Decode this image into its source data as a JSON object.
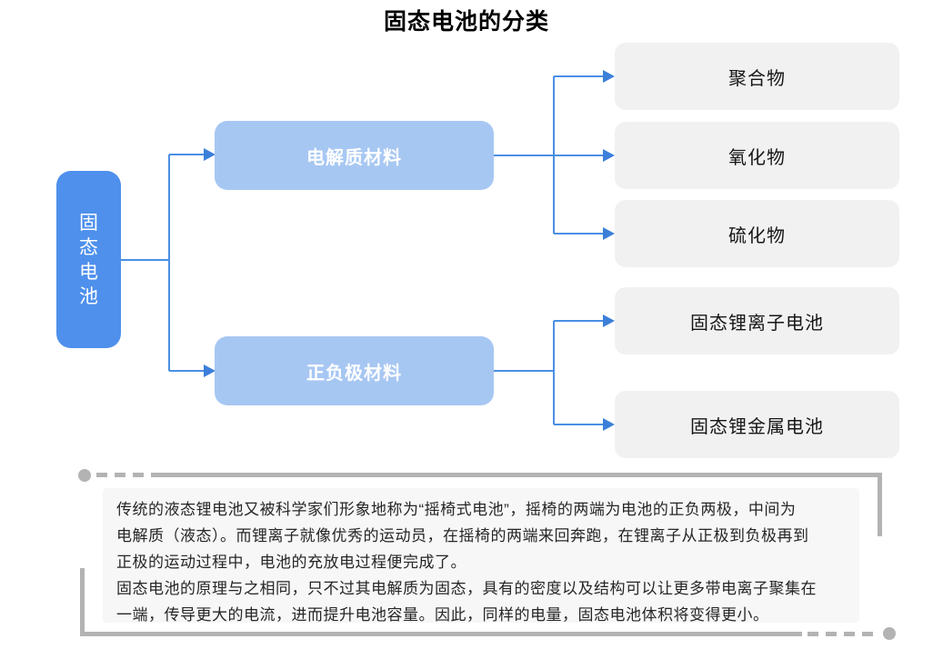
{
  "title": "固态电池的分类",
  "colors": {
    "root_blue": "#4E90EC",
    "branch_blue": "#A7C7F3",
    "connector_blue": "#4A8FE5",
    "arrowhead_blue": "#3C7FD9",
    "leaf_gray": "#F1F1F1",
    "frame_gray": "#B3B3B3",
    "note_bg": "#F7F7F8"
  },
  "diagram": {
    "root": {
      "label": "固态电池"
    },
    "branches": [
      {
        "label": "电解质材料",
        "children": [
          "聚合物",
          "氧化物",
          "硫化物"
        ]
      },
      {
        "label": "正负极材料",
        "children": [
          "固态锂离子电池",
          "固态锂金属电池"
        ]
      }
    ]
  },
  "note": {
    "lines": [
      "传统的液态锂电池又被科学家们形象地称为“摇椅式电池”，摇椅的两端为电池的正负两极，中间为",
      "电解质（液态）。而锂离子就像优秀的运动员，在摇椅的两端来回奔跑，在锂离子从正极到负极再到",
      "正极的运动过程中，电池的充放电过程便完成了。",
      "固态电池的原理与之相同，只不过其电解质为固态，具有的密度以及结构可以让更多带电离子聚集在",
      "一端，传导更大的电流，进而提升电池容量。因此，同样的电量，固态电池体积将变得更小。"
    ]
  }
}
